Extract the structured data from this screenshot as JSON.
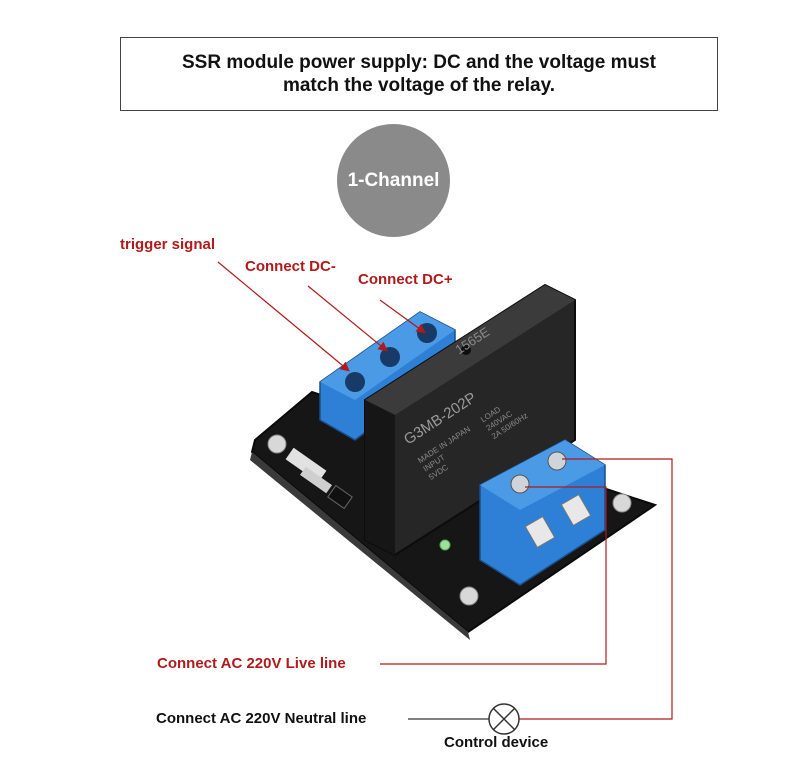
{
  "header": {
    "line1": "SSR module power supply: DC and the voltage must",
    "line2": "match the voltage of the relay."
  },
  "badge": {
    "label": "1-Channel"
  },
  "callouts": {
    "trigger_signal": "trigger signal",
    "connect_dc_minus": "Connect DC-",
    "connect_dc_plus": "Connect DC+",
    "ac_live": "Connect AC 220V Live line",
    "ac_neutral": "Connect AC 220V Neutral line",
    "control_device": "Control device"
  },
  "relay": {
    "model": "G3MB-202P",
    "code": "1565E",
    "marking_made_in": "MADE IN JAPAN",
    "marking_input": "INPUT",
    "marking_input_v": "5VDC",
    "marking_load": "LOAD",
    "marking_load_v": "240VAC",
    "marking_load_a": "2A 50/60Hz"
  },
  "colors": {
    "red_line": "#b11a1a",
    "pcb": "#1b1b1b",
    "terminal_blue": "#2e7fd6",
    "relay_body": "#2a2a2a",
    "badge_gray": "#8a8a8a"
  }
}
